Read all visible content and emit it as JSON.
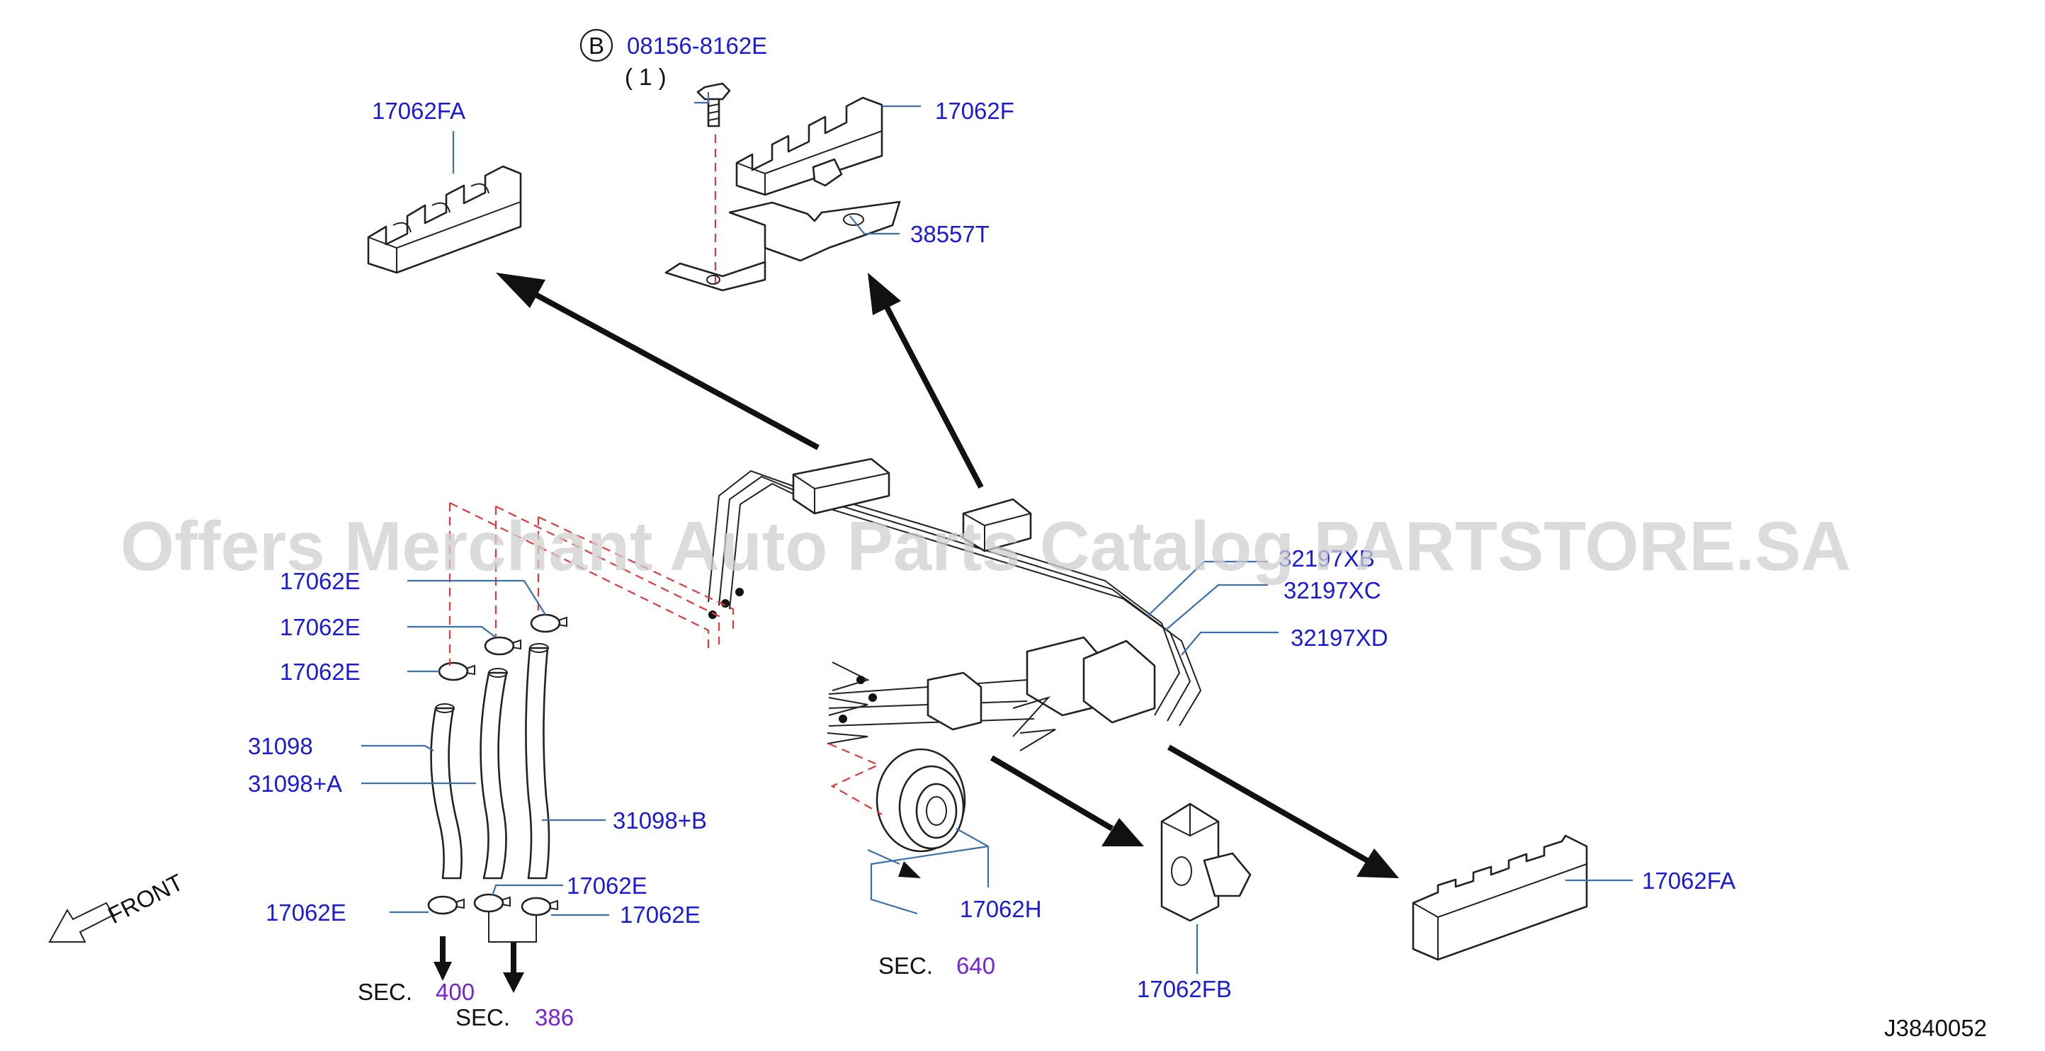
{
  "watermark": "Offers Merchant Auto Parts Catalog PARTSTORE.SA",
  "diagram_id": "J3840052",
  "front_label": "FRONT",
  "bolt_circle_letter": "B",
  "parts": {
    "p08156": "08156-8162E",
    "qty": "( 1 )",
    "p17062f": "17062F",
    "p17062fa_top": "17062FA",
    "p38557t": "38557T",
    "p32197xb": "32197XB",
    "p32197xc": "32197XC",
    "p32197xd": "32197XD",
    "p17062e_1": "17062E",
    "p17062e_2": "17062E",
    "p17062e_3": "17062E",
    "p31098": "31098",
    "p31098a": "31098+A",
    "p31098b": "31098+B",
    "p17062e_4": "17062E",
    "p17062e_5": "17062E",
    "p17062e_6": "17062E",
    "p17062h": "17062H",
    "p17062fb": "17062FB",
    "p17062fa_right": "17062FA"
  },
  "sections": {
    "sec_word": "SEC.",
    "sec400": "400",
    "sec386": "386",
    "sec640": "640"
  }
}
